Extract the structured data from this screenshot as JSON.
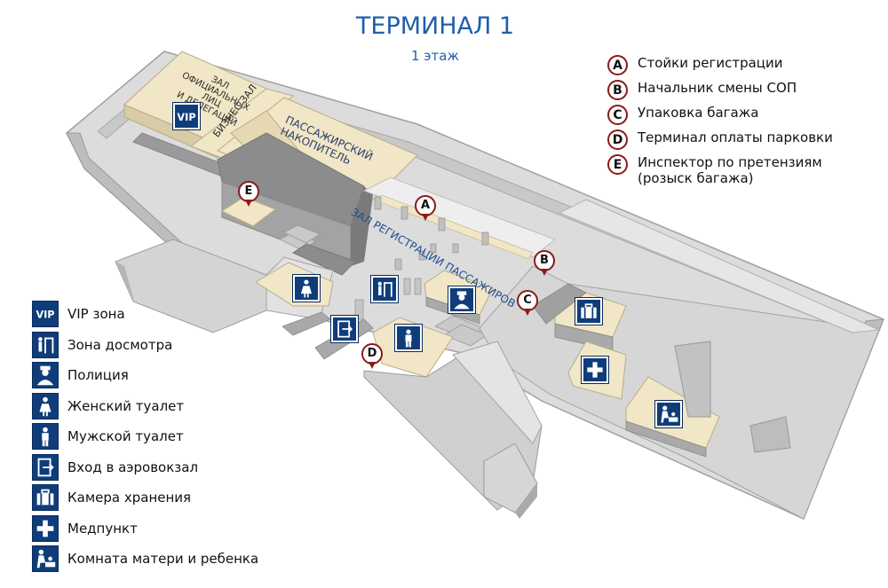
{
  "header": {
    "title": "ТЕРМИНАЛ 1",
    "floor": "1 этаж"
  },
  "markers_legend": [
    {
      "letter": "A",
      "label": "Стойки регистрации"
    },
    {
      "letter": "B",
      "label": "Начальник смены СОП"
    },
    {
      "letter": "C",
      "label": "Упаковка багажа"
    },
    {
      "letter": "D",
      "label": "Терминал оплаты парковки"
    },
    {
      "letter": "E",
      "label": "Инспектор по претензиям\n(розыск багажа)"
    }
  ],
  "icons_legend": [
    {
      "icon": "vip-icon",
      "label": "VIP зона"
    },
    {
      "icon": "security-check-icon",
      "label": "Зона досмотра"
    },
    {
      "icon": "police-icon",
      "label": "Полиция"
    },
    {
      "icon": "female-toilet-icon",
      "label": "Женский туалет"
    },
    {
      "icon": "male-toilet-icon",
      "label": "Мужской туалет"
    },
    {
      "icon": "entrance-icon",
      "label": "Вход в аэровокзал"
    },
    {
      "icon": "luggage-storage-icon",
      "label": "Камера хранения"
    },
    {
      "icon": "medical-icon",
      "label": "Медпункт"
    },
    {
      "icon": "mother-child-icon",
      "label": "Комната матери и ребенка"
    }
  ],
  "map_labels": {
    "official_hall": "ЗАЛ\nОФИЦИАЛЬНЫХ\nЛИЦ\nИ ДЕЛЕГАЦИЙ",
    "business_hall": "БИЗНЕС ЗАЛ",
    "passenger_lounge": "ПАССАЖИРСКИЙ\nНАКОПИТЕЛЬ",
    "checkin_hall": "ЗАЛ РЕГИСТРАЦИИ ПАССАЖИРОВ",
    "vip_badge": "VIP"
  },
  "map_markers": [
    "A",
    "B",
    "C",
    "D",
    "E"
  ],
  "colors": {
    "title": "#1f5fae",
    "icon_bg": "#0e3d7a",
    "marker_border": "#8a1a1a",
    "floor": "#d9d9d9",
    "room": "#f1e6c6"
  }
}
